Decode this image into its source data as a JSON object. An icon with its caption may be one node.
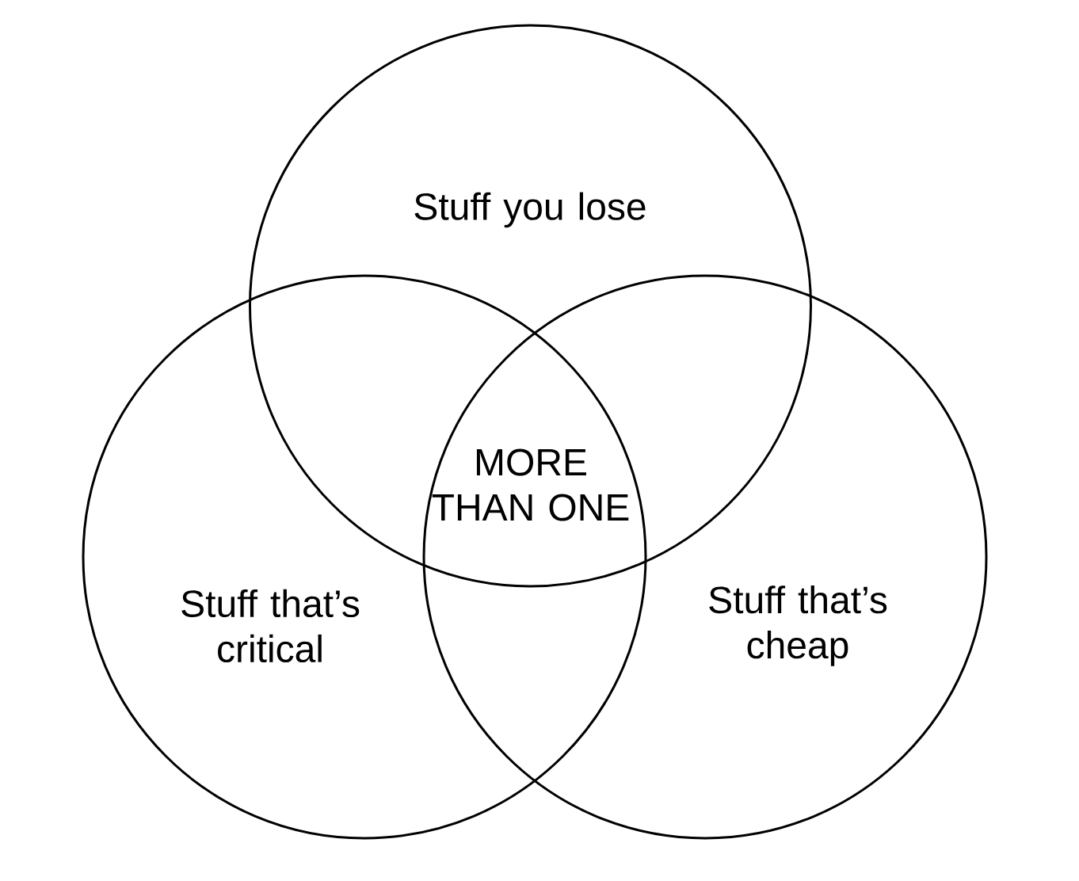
{
  "diagram": {
    "nodes": [
      {
        "text": [
          "Stuff you lose"
        ]
      },
      {
        "text": [
          "Stuff that’s critical"
        ]
      },
      {
        "text": [
          "Stuff that’s cheap"
        ]
      }
    ],
    "labels": [
      "MORE THAN ONE"
    ]
  }
}
